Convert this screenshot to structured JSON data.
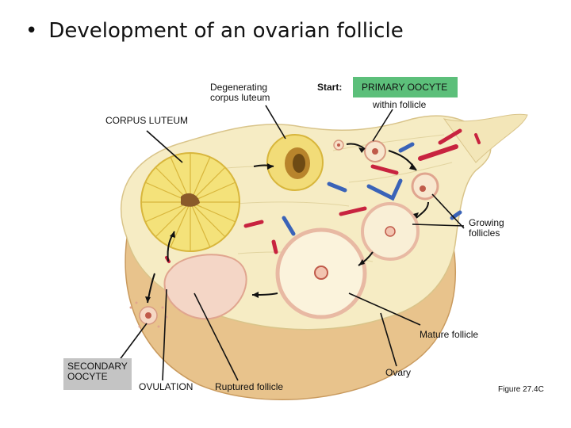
{
  "title": "Development of an ovarian follicle",
  "bullet": "•",
  "labels": {
    "degenerating": "Degenerating\ncorpus luteum",
    "start": "Start:",
    "primary_oocyte": "PRIMARY OOCYTE",
    "within_follicle": "within follicle",
    "corpus_luteum": "CORPUS LUTEUM",
    "growing_follicles": "Growing\nfollicles",
    "mature_follicle": "Mature follicle",
    "ovary": "Ovary",
    "secondary_oocyte": "SECONDARY\nOOCYTE",
    "ovulation": "OVULATION",
    "ruptured_follicle": "Ruptured follicle",
    "figure": "Figure 27.4C"
  },
  "colors": {
    "ovary_fill": "#f6ecc4",
    "ovary_base": "#e8c38c",
    "corpus_luteum": "#f4e27a",
    "follicle_ring": "#e8b9a3",
    "vessel_red": "#c8233f",
    "vessel_blue": "#3a63b8",
    "start_box": "#5cbf7a",
    "secondary_box": "#c4c4c4"
  }
}
